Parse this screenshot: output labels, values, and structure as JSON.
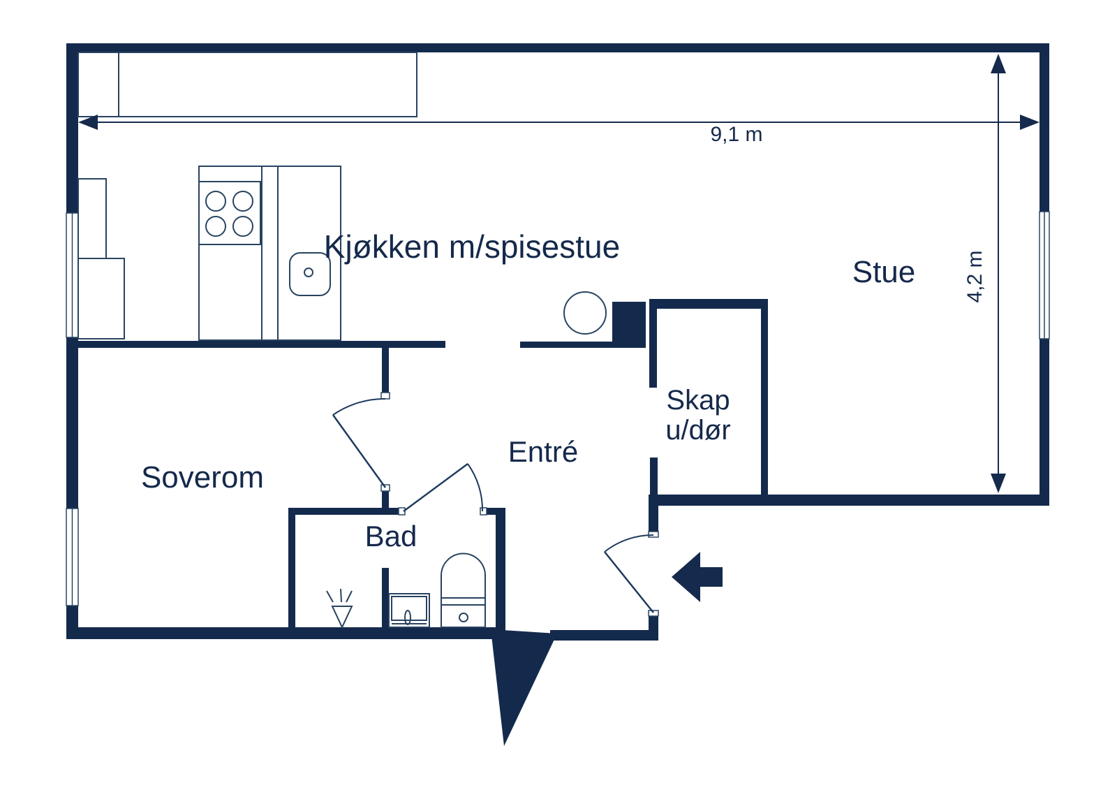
{
  "floorplan": {
    "title": "2-room apartment floor plan",
    "rooms": {
      "kitchen": {
        "label": "Kjøkken m/spisestue"
      },
      "living": {
        "label": "Stue"
      },
      "bedroom": {
        "label": "Soverom"
      },
      "bathroom": {
        "label": "Bad"
      },
      "entry": {
        "label": "Entré"
      },
      "closet": {
        "label_line1": "Skap",
        "label_line2": "u/dør"
      }
    },
    "dimensions": {
      "width_label": "9,1 m",
      "height_label": "4,2 m"
    },
    "icons": {
      "entrance_arrow": "left-arrow",
      "water_heater": "circle",
      "shower": "shower-symbol",
      "stove": "four-burner-stove",
      "kitchen_sink": "sink-with-drain",
      "toilet": "toilet",
      "bathroom_sink": "washbasin"
    },
    "colors": {
      "wall": "#142a4d",
      "line": "#284360",
      "text": "#15294b",
      "background": "#ffffff"
    }
  }
}
